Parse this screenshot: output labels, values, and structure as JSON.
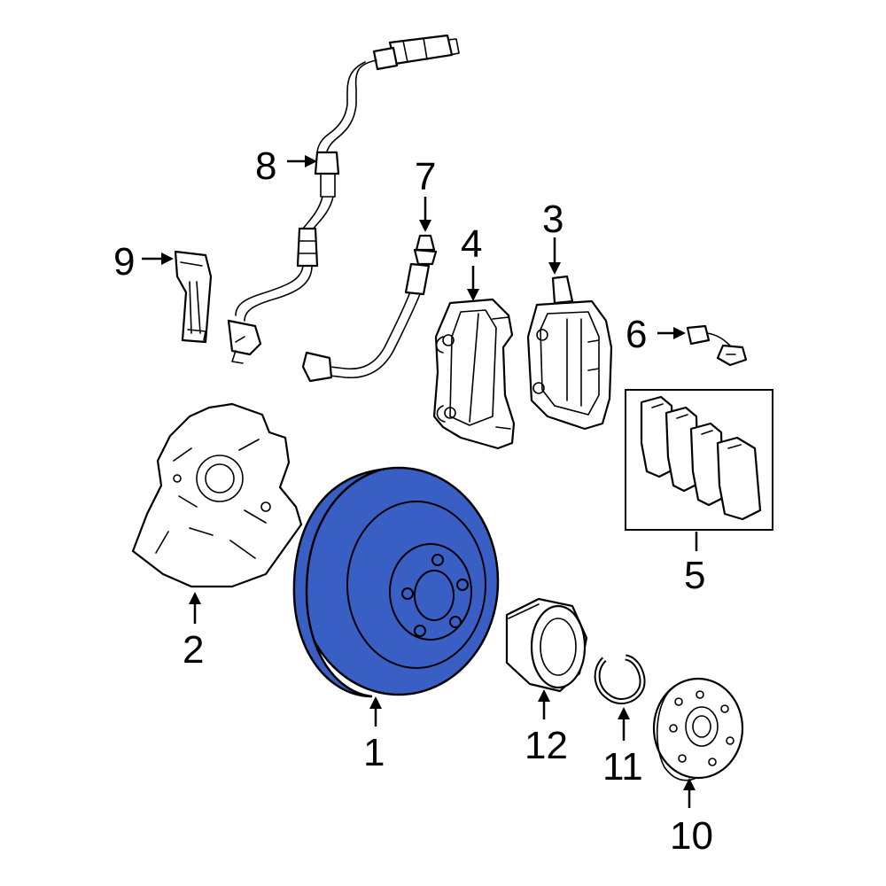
{
  "diagram": {
    "highlight_color": "#3a5fc4",
    "callouts": {
      "c1": "1",
      "c2": "2",
      "c3": "3",
      "c4": "4",
      "c5": "5",
      "c6": "6",
      "c7": "7",
      "c8": "8",
      "c9": "9",
      "c10": "10",
      "c11": "11",
      "c12": "12"
    },
    "highlighted_part": "1"
  }
}
